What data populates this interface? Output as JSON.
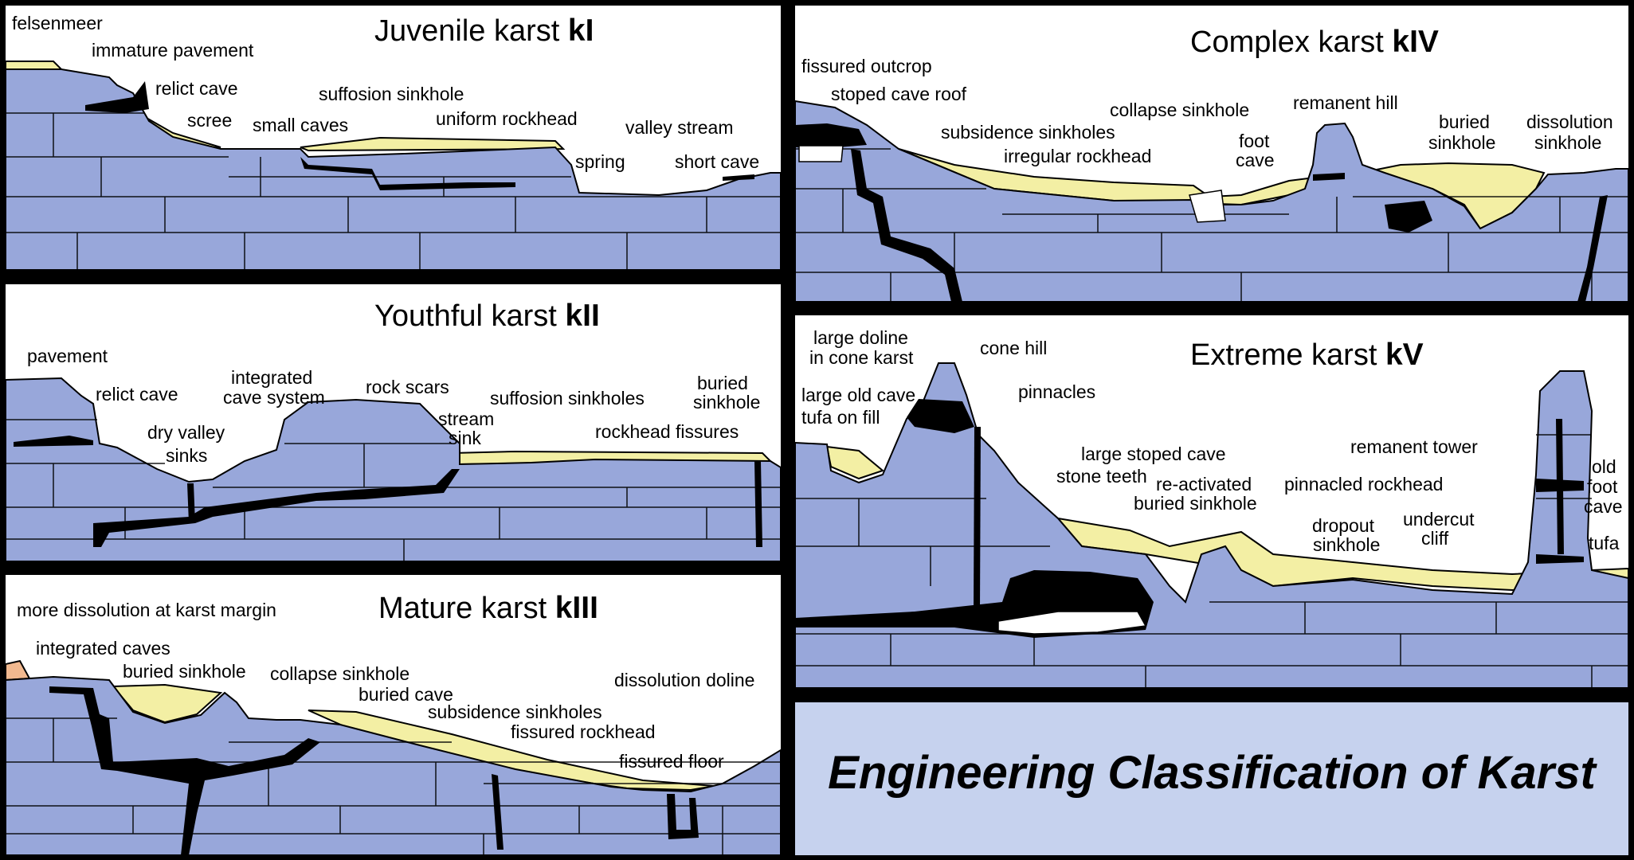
{
  "colors": {
    "rock": "#98A7DA",
    "soil": "#F3EFA4",
    "cave": "#000000",
    "caption_bg": "#C6D2EE",
    "border": "#000000"
  },
  "panels": {
    "k1": {
      "title": "Juvenile karst",
      "code": "kI",
      "labels": [
        "felsenmeer",
        "immature pavement",
        "relict cave",
        "scree",
        "suffosion sinkhole",
        "small caves",
        "uniform rockhead",
        "valley stream",
        "spring",
        "short cave"
      ]
    },
    "k2": {
      "title": "Youthful karst",
      "code": "kII",
      "labels": [
        "pavement",
        "relict cave",
        "integrated",
        "cave system",
        "rock scars",
        "suffosion sinkholes",
        "buried",
        "sinkhole",
        "dry valley",
        "stream",
        "sink",
        "rockhead fissures",
        "sinks"
      ]
    },
    "k3": {
      "title": "Mature karst",
      "code": "kIII",
      "labels": [
        "more dissolution at karst margin",
        "integrated caves",
        "buried sinkhole",
        "collapse sinkhole",
        "buried cave",
        "dissolution doline",
        "subsidence sinkholes",
        "fissured rockhead",
        "fissured floor"
      ]
    },
    "k4": {
      "title": "Complex karst",
      "code": "kIV",
      "labels": [
        "fissured outcrop",
        "stoped cave roof",
        "collapse sinkhole",
        "remanent hill",
        "subsidence sinkholes",
        "irregular rockhead",
        "buried",
        "dissolution",
        "foot",
        "cave",
        "sinkhole",
        "sinkhole"
      ]
    },
    "k5": {
      "title": "Extreme karst",
      "code": "kV",
      "labels": [
        "large doline",
        "in cone karst",
        "cone hill",
        "pinnacles",
        "large old cave",
        "tufa on fill",
        "remanent tower",
        "large stoped cave",
        "stone teeth",
        "re-activated",
        "buried sinkhole",
        "pinnacled rockhead",
        "dropout",
        "sinkhole",
        "undercut",
        "cliff",
        "old",
        "foot",
        "cave",
        "tufa"
      ]
    }
  },
  "caption": "Engineering Classification of Karst"
}
